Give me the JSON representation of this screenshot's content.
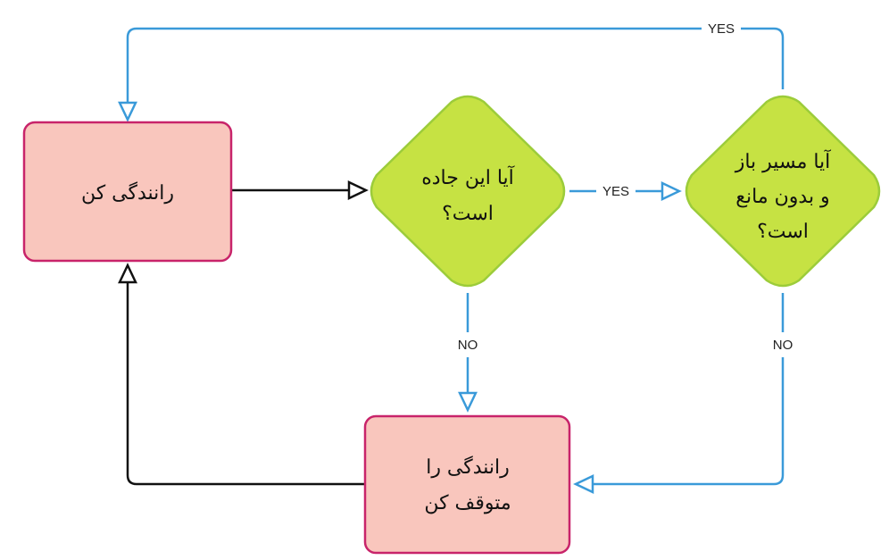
{
  "nodes": {
    "drive": {
      "lines": [
        "رانندگی کن"
      ]
    },
    "is_road": {
      "lines": [
        "آیا این جاده",
        "است؟"
      ]
    },
    "is_path_open": {
      "lines": [
        "آیا مسیر باز",
        "و بدون مانع",
        "است؟"
      ]
    },
    "stop": {
      "lines": [
        "رانندگی را",
        "متوقف کن"
      ]
    }
  },
  "edges": {
    "road_yes": "YES",
    "path_yes": "YES",
    "road_no": "NO",
    "path_no": "NO"
  },
  "colors": {
    "process_fill": "#f9c6bd",
    "process_stroke": "#c8246a",
    "decision_fill": "#c6e243",
    "decision_stroke": "#9ccc3a",
    "arrow_blue": "#3a9ad9",
    "arrow_black": "#111111"
  }
}
